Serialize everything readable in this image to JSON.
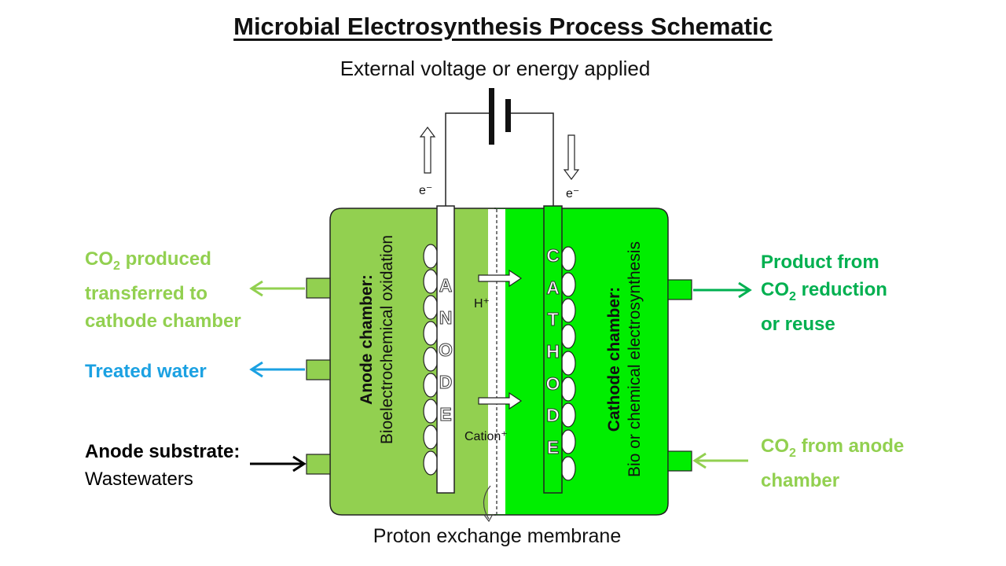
{
  "title": "Microbial Electrosynthesis Process Schematic",
  "voltage_label": "External voltage or energy applied",
  "electron_left": "e⁻",
  "electron_right": "e⁻",
  "anode_letters": [
    "A",
    "N",
    "O",
    "D",
    "E"
  ],
  "cathode_letters": [
    "C",
    "A",
    "T",
    "H",
    "O",
    "D",
    "E"
  ],
  "anode_chamber": {
    "heading": "Anode chamber:",
    "subtitle": "Bioelectrochemical oxidation"
  },
  "cathode_chamber": {
    "heading": "Cathode chamber:",
    "subtitle": "Bio or chemical electrosynthesis"
  },
  "proton_label": "H⁺",
  "cation_label": "Cation⁺",
  "membrane_label": "Proton exchange membrane",
  "left_labels": {
    "co2_transfer": {
      "line1_pre": "CO",
      "sub": "2",
      "line1_post": " produced",
      "line2": "transferred to",
      "line3": "cathode chamber"
    },
    "treated_water": "Treated water",
    "substrate": {
      "heading": "Anode substrate:",
      "value": "Wastewaters"
    }
  },
  "right_labels": {
    "product": {
      "line1": "Product from",
      "line2_pre": "CO",
      "sub": "2",
      "line2_post": " reduction",
      "line3": "or reuse"
    },
    "co2_from_anode": {
      "line1_pre": "CO",
      "sub": "2",
      "line1_post": " from anode",
      "line2": "chamber"
    }
  },
  "colors": {
    "anode_chamber": "#92d050",
    "cathode_chamber": "#00ee00",
    "light_green": "#92d050",
    "dark_green": "#00b050",
    "blue": "#1ba1e2",
    "black": "#000000"
  }
}
